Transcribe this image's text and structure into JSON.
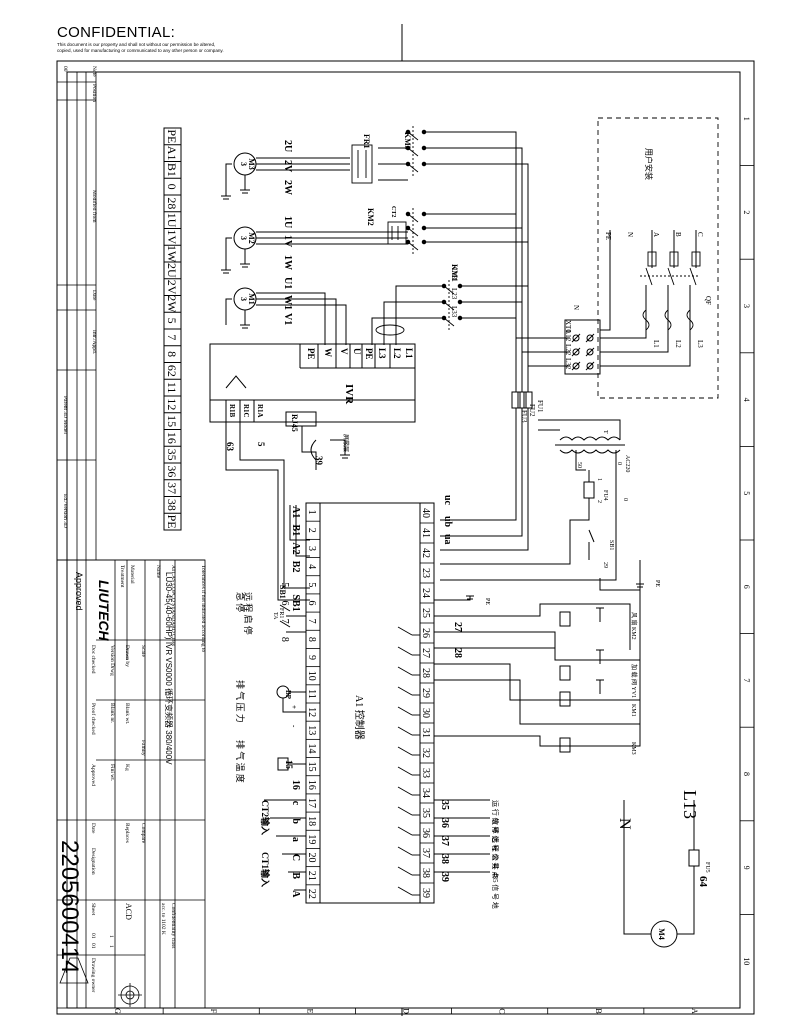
{
  "header": {
    "confidential": "CONFIDENTIAL:",
    "notice_line1": "This document is our property and shall not without our permission be altered,",
    "notice_line2": "copied, used for manufacturing or communicated to any other person or company."
  },
  "border": {
    "columns": [
      "1",
      "2",
      "3",
      "4",
      "5",
      "6",
      "7",
      "8",
      "9",
      "10"
    ],
    "rows": [
      "A",
      "B",
      "C",
      "D",
      "E",
      "F",
      "G"
    ]
  },
  "revision_block": {
    "note": "Note",
    "position": "Position",
    "modified_from": "Modified from",
    "date": "Date",
    "intr_appd": "Intr./Appd.",
    "parent_3d_model": "Parent 3D Model",
    "ed_version_3d": "Ed./Version 3D",
    "rev_value": "00"
  },
  "title_block": {
    "company": "LIUTECH",
    "approved": "Approved",
    "material": "Material",
    "treatment": "Treatment",
    "tolerances": "Tolerances if not indicated according to",
    "class": "ATLAS COPCO STANDARD Class",
    "name_label": "Name",
    "name": "LU30-45(40-60HP) IVR VS0000 循环变频器 380/400V",
    "scale": "Scale",
    "drawn_by": "Drawn by",
    "version_drwg": "Version Drwg",
    "doc_checked": "Doc checked",
    "proof_checked": "Proof checked",
    "approved2": "Approved",
    "date": "Date",
    "blank_wt": "Blank wt.",
    "blank_nr": "Blank nr.",
    "kg": "Kg",
    "fini_wt": "Fini wt.",
    "family": "Family",
    "compare": "Compare",
    "replaces": "Replaces",
    "designation": "Designation",
    "sheet": "Sheet",
    "drawing_owner": "Drawing owner",
    "doc_number": "2205600414",
    "confidentiality": "Confidentiality class",
    "acc_to": "acc. to 1102 K",
    "acd": "ACD",
    "sheet_no": "1",
    "sheet_total": "1",
    "ver1": "01",
    "ver2": "01"
  },
  "terminal_strip": [
    "PE",
    "A1",
    "B1",
    "0",
    "28",
    "1U",
    "1V",
    "1W",
    "2U",
    "2V",
    "2W",
    "5",
    "7",
    "8",
    "62",
    "11",
    "12",
    "15",
    "16",
    "35",
    "36",
    "37",
    "38",
    "PE"
  ],
  "motors": {
    "m3": "M3",
    "m2": "M2",
    "m1": "M1",
    "m4": "M4",
    "phase": "3"
  },
  "motor_terminals": {
    "m3": [
      "2U",
      "2V",
      "2W"
    ],
    "m2": [
      "1U",
      "1V",
      "1W"
    ],
    "m1": [
      "U1",
      "W1",
      "V1"
    ]
  },
  "components": {
    "km3": "KM3",
    "km2": "KM2",
    "km1": "KM1",
    "fr1": "FR1",
    "ct2": "CT2",
    "fu1": "FU1",
    "fu2": "FU2",
    "fu3": "FU3",
    "fu4": "FU4",
    "fu5": "FU5",
    "t": "T",
    "sb1": "SB1",
    "qf": "QF",
    "xt0": "XT0",
    "ivr": "IVR",
    "rj45": "RJ45",
    "a1": "A1 控制器",
    "ac220": "AC220",
    "zero": "0",
    "v50": "50",
    "v0": "0",
    "fu4_1": "1",
    "fu4_2": "2",
    "n29": "29"
  },
  "ivr_terminals_top": [
    "PE",
    "W",
    "V",
    "U",
    "PE",
    "L3",
    "L2",
    "L1"
  ],
  "ivr_terminals_bottom": [
    "R1B",
    "R1C",
    "R1A"
  ],
  "wires": {
    "l13": "L13",
    "l23": "L23",
    "l33": "L33",
    "l12": "L12",
    "l22": "L22",
    "l32": "L32",
    "n": "N",
    "pe": "PE",
    "a": "A",
    "b": "B",
    "c": "C",
    "l1": "L1",
    "l2": "L2",
    "l3": "L3",
    "w5": "5",
    "w63": "63",
    "w39": "39",
    "w27": "27",
    "w28": "28",
    "w15": "15",
    "w_pe_user": "PE",
    "user_install": "用户安装",
    "shield": "屏蔽层",
    "l13_big": "L13",
    "n_big": "N",
    "w64": "64"
  },
  "controller_left": {
    "numbers": [
      "1",
      "2",
      "3",
      "4",
      "5",
      "6",
      "7",
      "8",
      "9",
      "10",
      "11",
      "12",
      "13",
      "14",
      "15",
      "16",
      "17",
      "18",
      "19",
      "20",
      "21",
      "22"
    ],
    "labels": [
      "A1",
      "B1",
      "A2",
      "B2",
      "",
      "SB1",
      "",
      "",
      "",
      "",
      "",
      "",
      "",
      "",
      "",
      "16",
      "c",
      "b",
      "a",
      "C",
      "B",
      "A"
    ],
    "left_wire_labels": [
      "",
      "",
      "",
      "",
      "5",
      "6",
      "7",
      "8",
      "",
      "",
      "",
      "",
      "",
      "",
      "",
      "",
      "",
      "",
      "",
      "",
      "",
      ""
    ]
  },
  "controller_right": {
    "numbers": [
      "40",
      "41",
      "42",
      "23",
      "24",
      "25",
      "26",
      "27",
      "28",
      "29",
      "30",
      "31",
      "32",
      "33",
      "34",
      "35",
      "36",
      "37",
      "38",
      "39"
    ],
    "top_labels": [
      "uc",
      "ub",
      "ua"
    ]
  },
  "devices": {
    "sb1_label": "急停",
    "emergency": "急\n停",
    "remote": "远\n程\n启\n停",
    "remote_stop": "远\n程\n启\n停",
    "pressure": "排\n气\n压\n力",
    "temperature": "排\n气\n温\n度",
    "ct2": "CT2输入",
    "ct1": "CT1输入",
    "b2": "B2",
    "ta": "TA",
    "fr1": "FR1",
    "pt": "BP",
    "plus": "+",
    "minus": "-",
    "fan": "风\n扇\nKM2",
    "load": "加\n载\n阀\nYV1",
    "km1": "KM1",
    "km3": "KM3",
    "run_sig": "运\n行\n信\n号",
    "fault_sig": "故\n障\n信\n号",
    "remote_sig": "远\n程\n信\n号",
    "common": "公\n共\n点",
    "rs485": "485\n信\n号\n地"
  },
  "right_wire_nums": [
    "35",
    "36",
    "37",
    "38",
    "39"
  ]
}
